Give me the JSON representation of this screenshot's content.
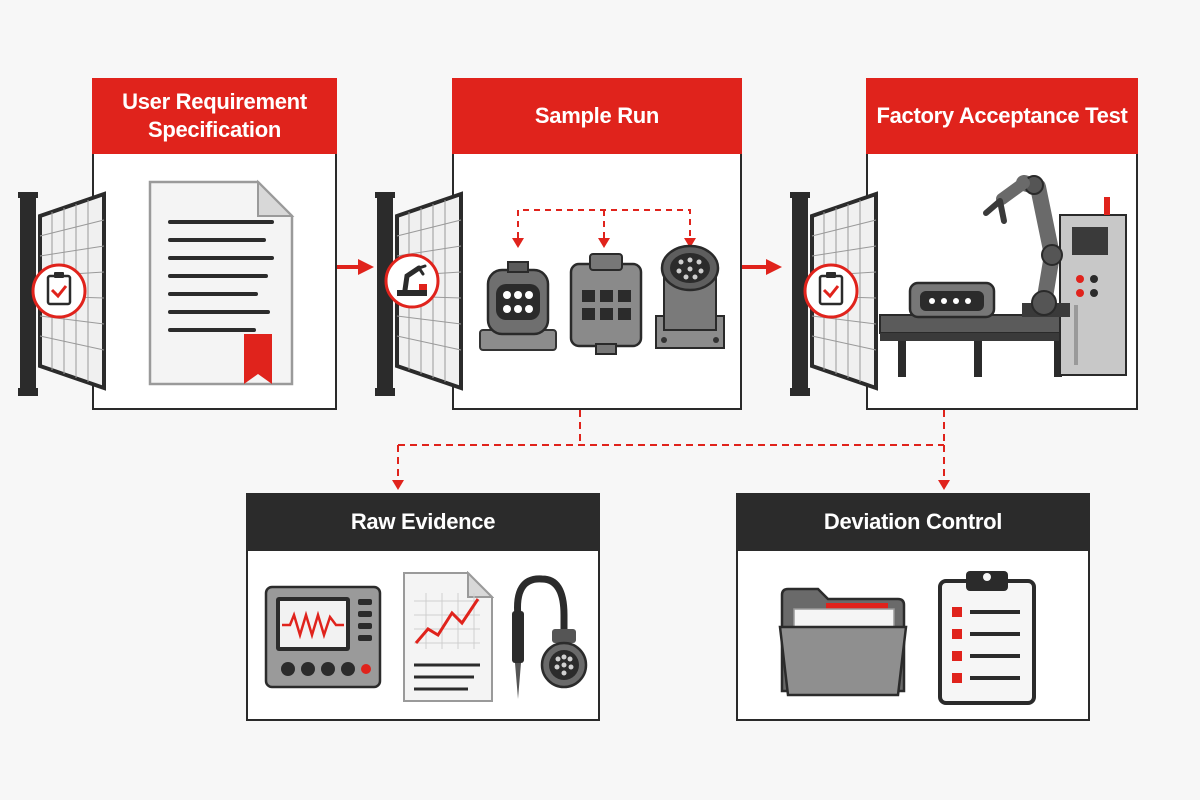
{
  "steps": [
    {
      "title": "User Requirement\nSpecification",
      "icon": "document-icon",
      "gate_icon": "clipboard-check-icon"
    },
    {
      "title": "Sample Run",
      "icon": "connectors-icon",
      "gate_icon": "robot-arm-icon"
    },
    {
      "title": "Factory Acceptance Test",
      "icon": "factory-robot-icon",
      "gate_icon": "clipboard-check-icon"
    }
  ],
  "outputs": [
    {
      "title": "Raw Evidence",
      "icons": [
        "oscilloscope-icon",
        "chart-report-icon",
        "probe-cable-icon"
      ]
    },
    {
      "title": "Deviation Control",
      "icons": [
        "folder-icon",
        "checklist-clipboard-icon"
      ]
    }
  ],
  "colors": {
    "accent": "#e0231c",
    "dark": "#2b2b2b",
    "gray": "#8a8a8a",
    "background": "#f7f7f7"
  }
}
